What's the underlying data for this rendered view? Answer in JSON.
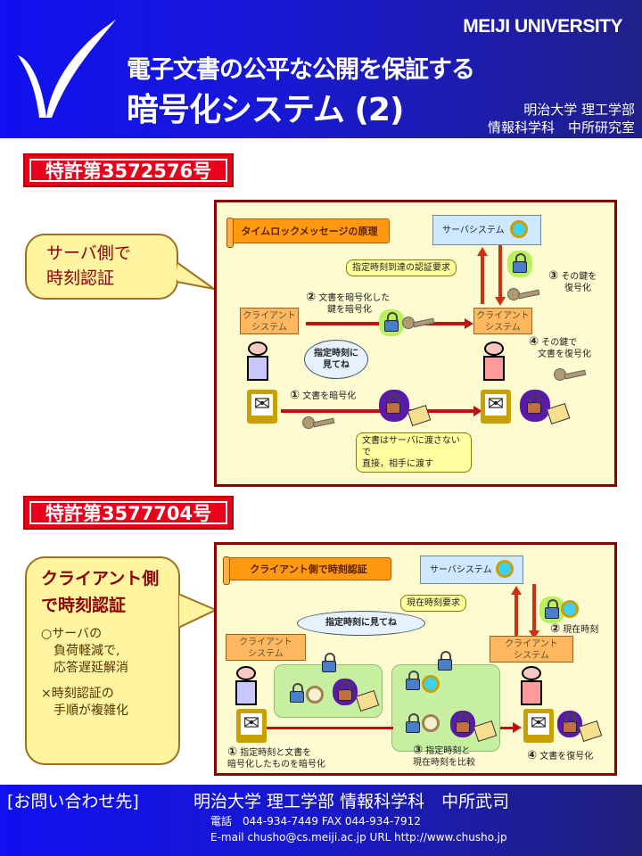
{
  "header": {
    "brand": "MEIJI UNIVERSITY",
    "title_line1": "電子文書の公平な公開を保証する",
    "title_line2": "暗号化システム (2)",
    "affiliation_line1": "明治大学 理工学部",
    "affiliation_line2": "情報科学科　中所研究室",
    "logo_icon": "meiji-wing-logo",
    "colors": {
      "header_start": "#1010f0",
      "header_end": "#20208a"
    }
  },
  "section1": {
    "patent": "特許第3572576号",
    "callout_line1": "サーバ側で",
    "callout_line2": "時刻認証",
    "diagram": {
      "title": "タイムロックメッセージの原理",
      "server": "サーバシステム",
      "client_left_l1": "クライアント",
      "client_left_l2": "システム",
      "client_right_l1": "クライアント",
      "client_right_l2": "システム",
      "request_callout": "指定時刻到達の認証要求",
      "step1_num": "①",
      "step1": "文書を暗号化",
      "step2_num": "②",
      "step2_l1": "文書を暗号化した",
      "step2_l2": "鍵を暗号化",
      "step3_num": "③",
      "step3_l1": "その鍵を",
      "step3_l2": "復号化",
      "step4_num": "④",
      "step4_l1": "その鍵で",
      "step4_l2": "文書を復号化",
      "speech_l1": "指定時刻に",
      "speech_l2": "見てね",
      "note_l1": "文書はサーバに渡さないで",
      "note_l2": "直接，相手に渡す"
    }
  },
  "section2": {
    "patent": "特許第3577704号",
    "callout_line1": "クライアント側",
    "callout_line2": "で時刻認証",
    "pro_l1": "○サーバの",
    "pro_l2": "負荷軽減で,",
    "pro_l3": "応答遅延解消",
    "con_l1": "×時刻認証の",
    "con_l2": "手順が複雑化",
    "diagram": {
      "title": "クライアント側で時刻認証",
      "server": "サーバシステム",
      "client_left_l1": "クライアント",
      "client_left_l2": "システム",
      "client_right_l1": "クライアント",
      "client_right_l2": "システム",
      "request_callout": "現在時刻要求",
      "speech": "指定時刻に見てね",
      "step1_num": "①",
      "step1_l1": "指定時刻と文書を",
      "step1_l2": "暗号化したものを暗号化",
      "step2_num": "②",
      "step2": "現在時刻",
      "step3_num": "③",
      "step3_l1": "指定時刻と",
      "step3_l2": "現在時刻を比較",
      "step4_num": "④",
      "step4": "文書を復号化"
    }
  },
  "footer": {
    "contact_label": "[お問い合わせ先]",
    "contact_org": "明治大学 理工学部 情報科学科　中所武司",
    "tel": "電話　044-934-7449  FAX 044-934-7912",
    "email_url": "E-mail chusho@cs.meiji.ac.jp URL  http://www.chusho.jp"
  }
}
